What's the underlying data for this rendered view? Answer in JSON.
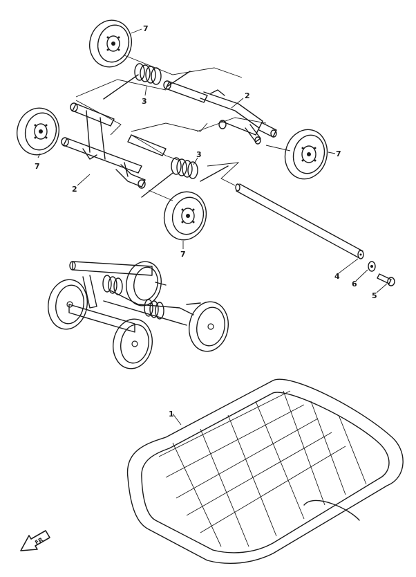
{
  "callouts": {
    "wheel_top": "7",
    "spring_top": "3",
    "arm_right": "2",
    "wheel_left": "7",
    "wheel_right": "7",
    "spring_mid": "3",
    "arm_left": "2",
    "wheel_bottom": "7",
    "shaft": "4",
    "washer": "6",
    "bolt": "5",
    "track": "1"
  },
  "direction_marker": {
    "label": "FR",
    "icon": "front-direction-arrow-icon"
  },
  "colors": {
    "line": "#1a1a1a",
    "background": "#ffffff"
  }
}
